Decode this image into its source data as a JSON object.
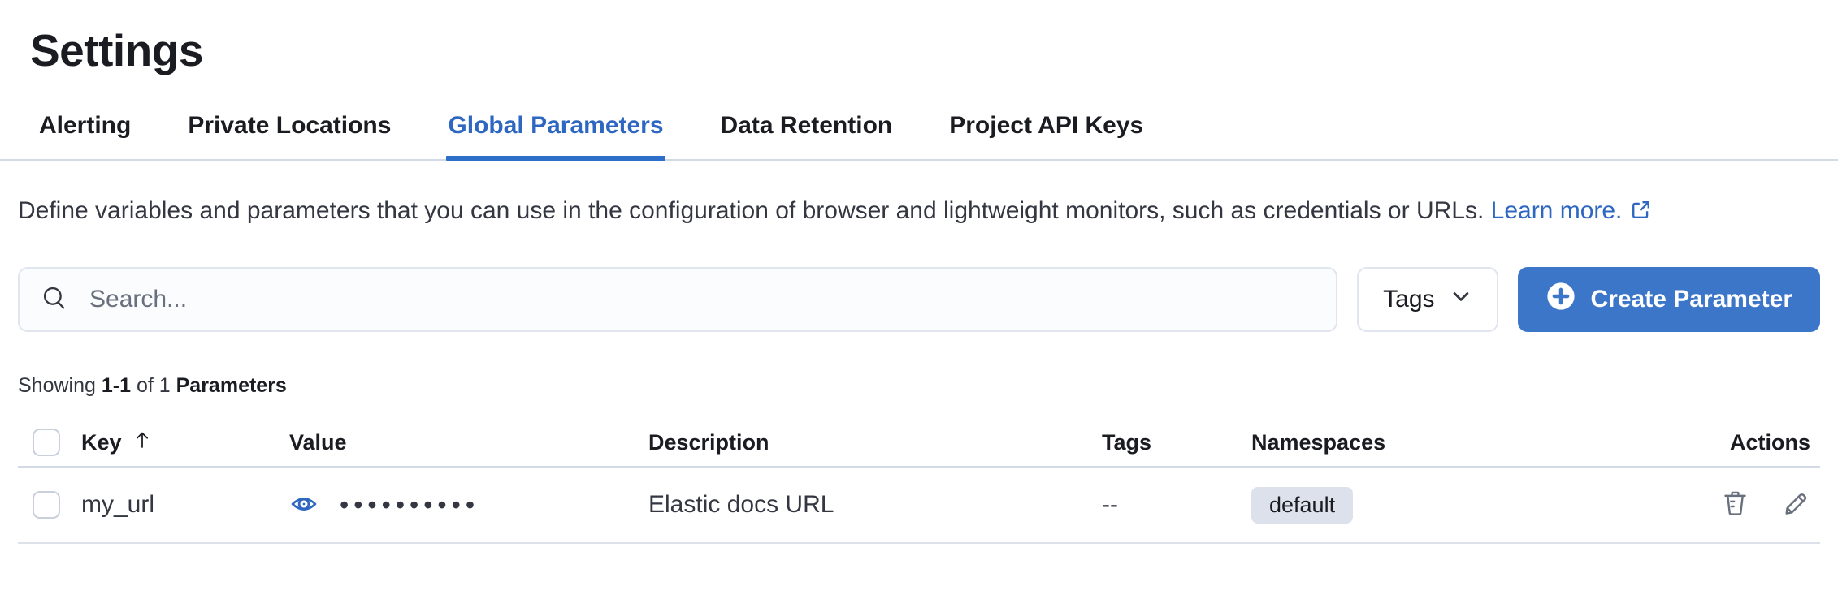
{
  "page_title": "Settings",
  "tabs": [
    {
      "label": "Alerting"
    },
    {
      "label": "Private Locations"
    },
    {
      "label": "Global Parameters"
    },
    {
      "label": "Data Retention"
    },
    {
      "label": "Project API Keys"
    }
  ],
  "active_tab": "Global Parameters",
  "description": {
    "text": "Define variables and parameters that you can use in the configuration of browser and lightweight monitors, such as credentials or URLs.",
    "link_label": "Learn more."
  },
  "toolbar": {
    "search_placeholder": "Search...",
    "tags_filter_label": "Tags",
    "create_button_label": "Create Parameter"
  },
  "summary": {
    "showing_label": "Showing",
    "range": "1-1",
    "of_label": "of",
    "total": "1",
    "entity_label": "Parameters"
  },
  "table": {
    "columns": {
      "key": "Key",
      "value": "Value",
      "description": "Description",
      "tags": "Tags",
      "namespaces": "Namespaces",
      "actions": "Actions"
    },
    "sort": {
      "column": "Key",
      "direction": "ascending"
    },
    "rows": [
      {
        "key": "my_url",
        "value_masked": "••••••••••",
        "description": "Elastic docs URL",
        "tags": "--",
        "namespace_badge": "default"
      }
    ]
  },
  "colors": {
    "accent_blue": "#2d67c1",
    "button_blue": "#3b76c8",
    "tab_underline": "#2e6fc9",
    "heading_text": "#1a1c21",
    "body_text": "#343741",
    "subdued_text": "#69707d",
    "border": "#d3dae6",
    "badge_bg": "#dde1ec",
    "field_bg": "#fbfcfd"
  }
}
